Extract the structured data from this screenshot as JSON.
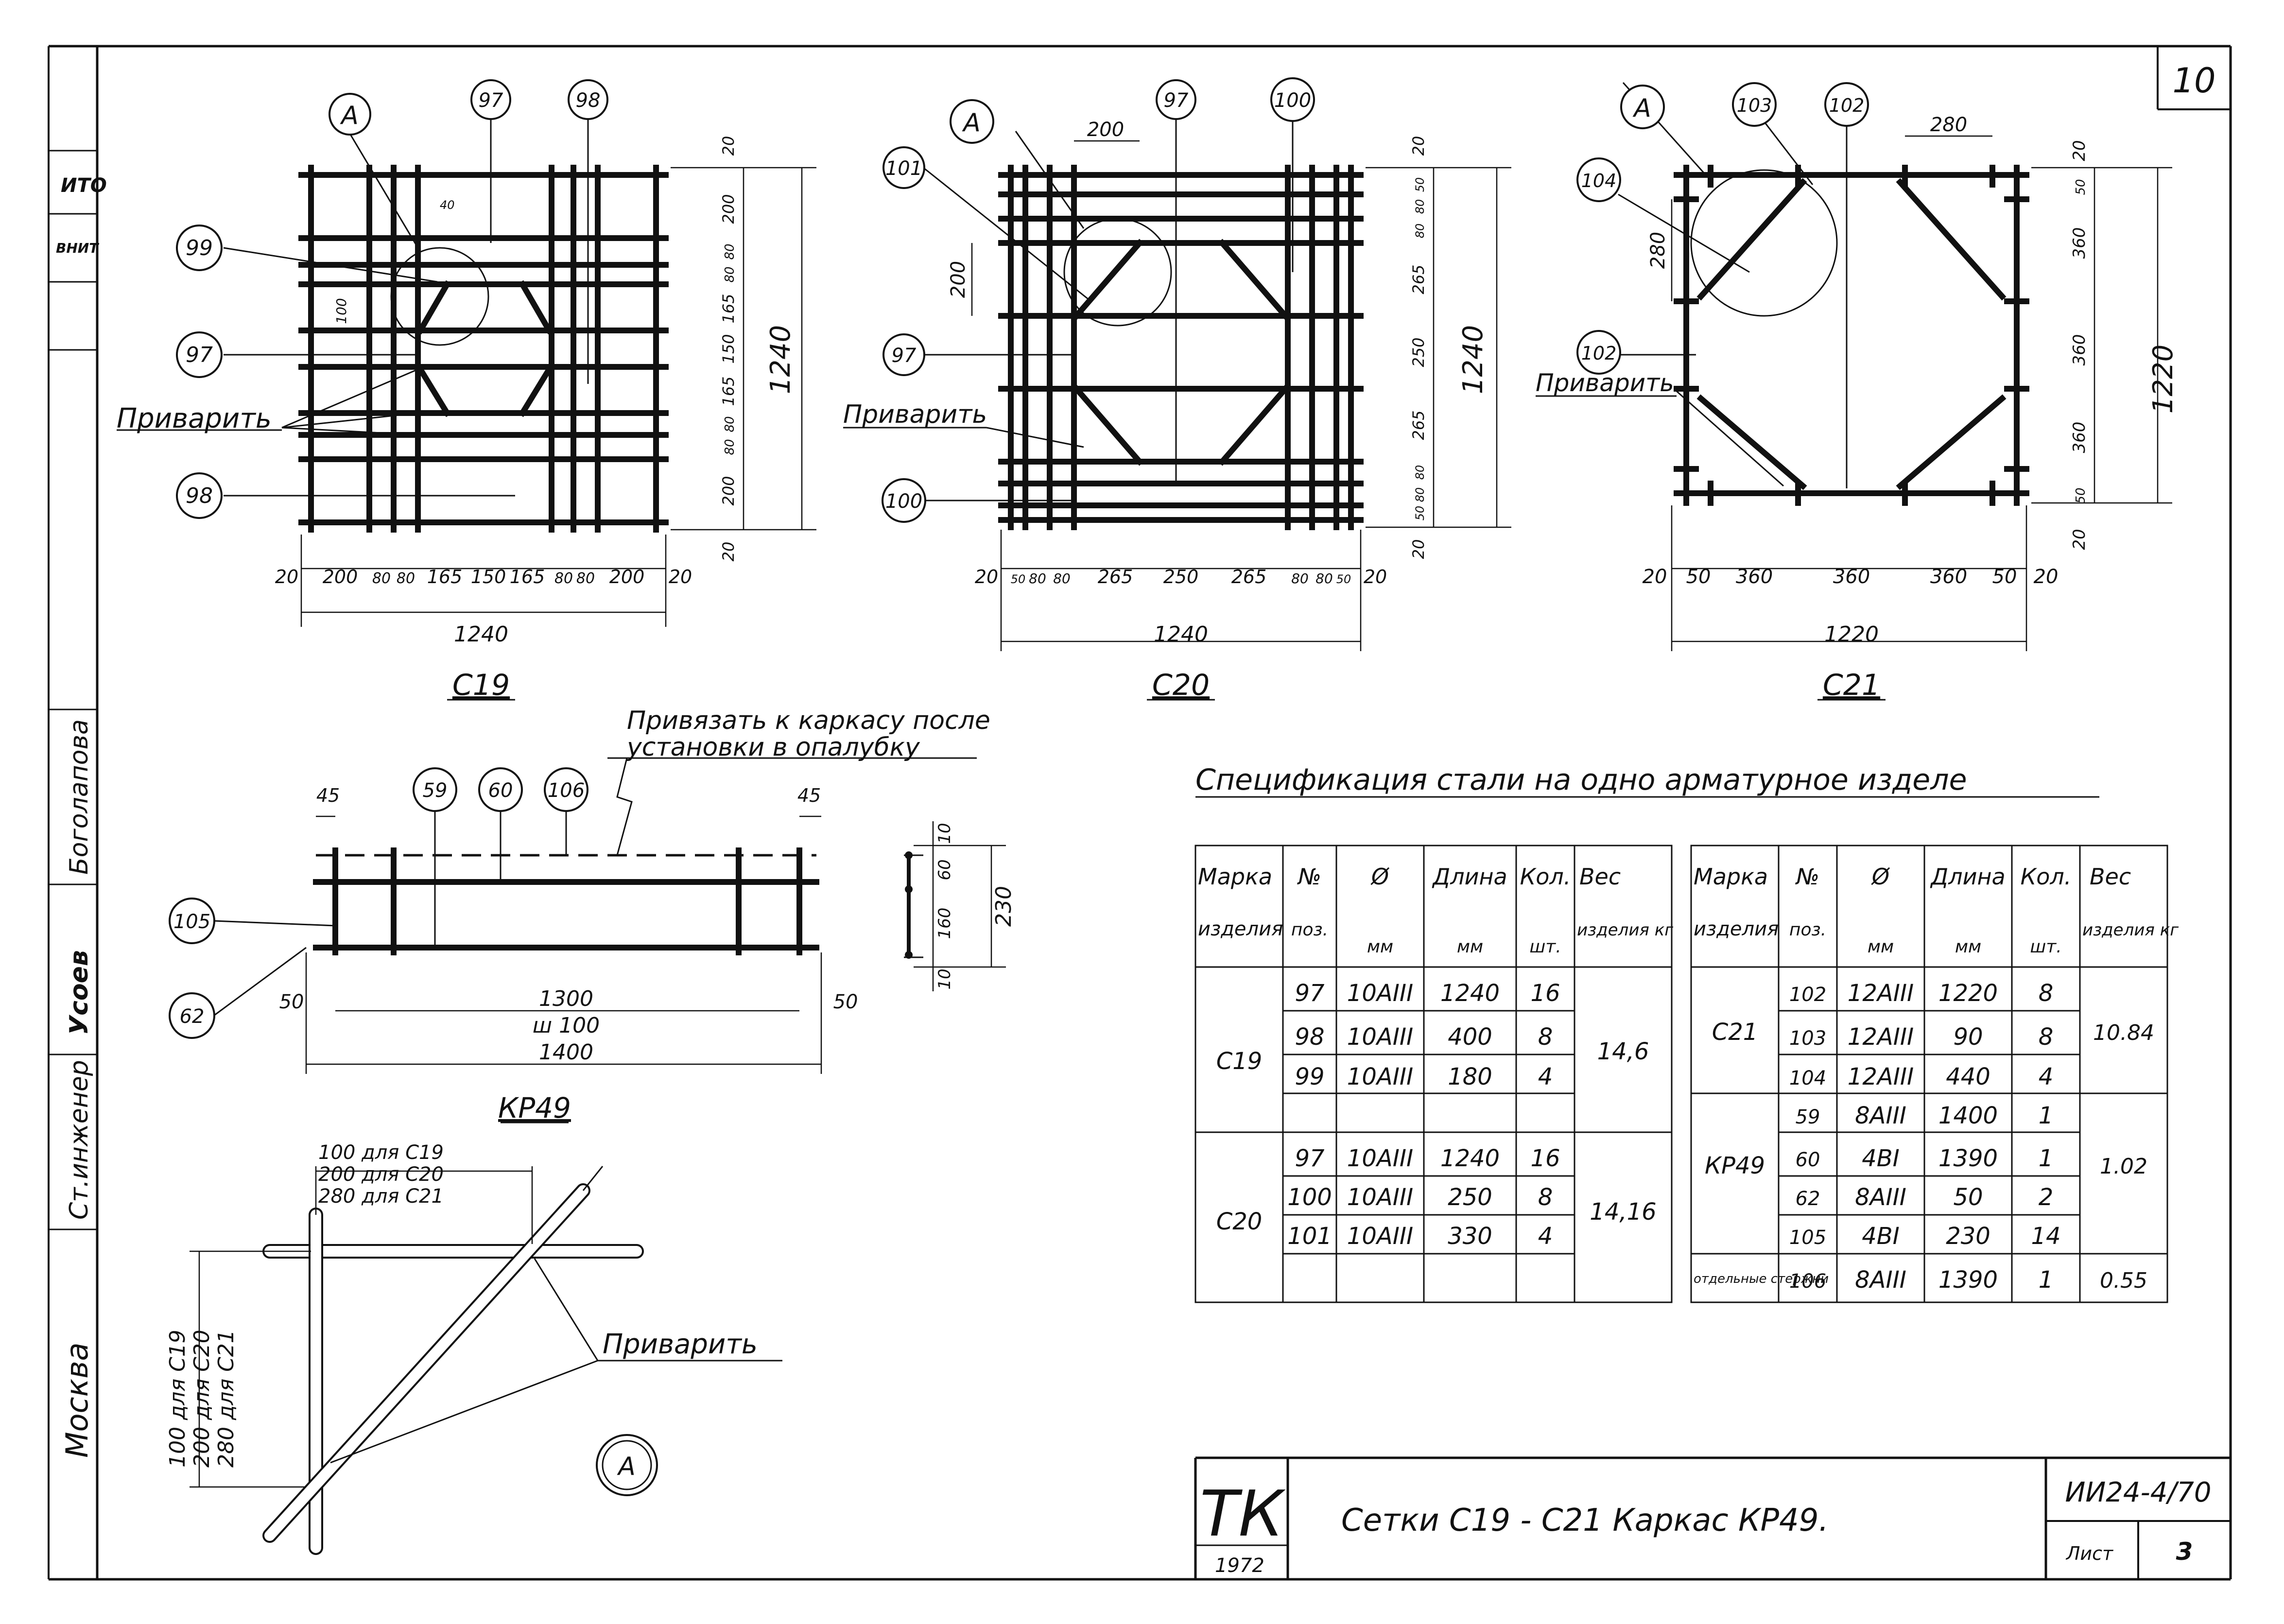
{
  "sheet_number": "10",
  "side_strip": {
    "city": "Москва",
    "position": "Ст.инженер",
    "signature": "Усоев",
    "name": "Боголапова",
    "top_marks": [
      "ИТО",
      "ВНИТ"
    ]
  },
  "meshes": [
    {
      "id": "C19",
      "caption": "С19",
      "callouts": [
        "А",
        "97",
        "98",
        "99",
        "97",
        "98"
      ],
      "weld_label": "Приварить",
      "bottom_dims": [
        "20",
        "200",
        "80",
        "80",
        "165",
        "150",
        "165",
        "80",
        "80",
        "200",
        "20"
      ],
      "right_dims": [
        "20",
        "200",
        "80",
        "80",
        "165",
        "150",
        "165",
        "80",
        "80",
        "200",
        "20"
      ],
      "overall": "1240",
      "overall_bottom": "1240",
      "small_dims": [
        "100",
        "40"
      ]
    },
    {
      "id": "C20",
      "caption": "С20",
      "callouts": [
        "А",
        "97",
        "100",
        "101",
        "97",
        "100"
      ],
      "weld_label": "Приварить",
      "top_dim": "200",
      "left_dim": "200",
      "bottom_dims": [
        "20",
        "50",
        "80",
        "80",
        "265",
        "250",
        "265",
        "80",
        "80",
        "50",
        "20"
      ],
      "right_dims": [
        "20",
        "50",
        "80",
        "80",
        "265",
        "250",
        "265",
        "80",
        "80",
        "50",
        "20"
      ],
      "overall": "1240",
      "overall_bottom": "1240"
    },
    {
      "id": "C21",
      "caption": "С21",
      "callouts": [
        "А",
        "103",
        "102",
        "104",
        "102"
      ],
      "weld_label": "Приварить",
      "top_dim": "280",
      "left_dim": "280",
      "bottom_dims": [
        "20",
        "50",
        "360",
        "360",
        "360",
        "50",
        "20"
      ],
      "right_dims": [
        "20",
        "50",
        "360",
        "360",
        "360",
        "50",
        "20"
      ],
      "overall": "1220",
      "overall_bottom": "1220"
    }
  ],
  "frame": {
    "caption": "КР49",
    "note_line1": "Привязать к каркасу после",
    "note_line2": "установки в опалубку",
    "callouts": [
      "59",
      "60",
      "106",
      "105",
      "62"
    ],
    "dims_top": [
      "45",
      "45"
    ],
    "dim_inner": "1300",
    "dim_inner_sub": "ш 100",
    "dim_total": "1400",
    "dim_side": [
      "50",
      "50"
    ],
    "section_dims": [
      "10",
      "60",
      "160",
      "10"
    ],
    "section_total": "230"
  },
  "detail": {
    "label_top": [
      "100 для С19",
      "200 для С20",
      "280 для С21"
    ],
    "label_side": [
      "100 для С19",
      "200 для С20",
      "280 для С21"
    ],
    "weld_label": "Приварить",
    "callout": "А"
  },
  "spec": {
    "title": "Спецификация стали на одно арматурное изделе",
    "headers": [
      "Марка изделия",
      "№ поз.",
      "Ø мм",
      "Длина мм",
      "Кол. шт.",
      "Вес изделия кг"
    ],
    "header_top": [
      "Марка",
      "№",
      "Ø",
      "Длина",
      "Кол.",
      "Вес"
    ],
    "header_bottom": [
      "изделия",
      "поз.",
      "мм",
      "мм",
      "шт.",
      "изделия кг"
    ],
    "left": [
      {
        "mark": "С19",
        "weight": "14,6",
        "rows": [
          {
            "pos": "97",
            "dia": "10АIII",
            "len": "1240",
            "qty": "16"
          },
          {
            "pos": "98",
            "dia": "10АIII",
            "len": "400",
            "qty": "8"
          },
          {
            "pos": "99",
            "dia": "10АIII",
            "len": "180",
            "qty": "4"
          }
        ]
      },
      {
        "mark": "С20",
        "weight": "14,16",
        "rows": [
          {
            "pos": "97",
            "dia": "10АIII",
            "len": "1240",
            "qty": "16"
          },
          {
            "pos": "100",
            "dia": "10АIII",
            "len": "250",
            "qty": "8"
          },
          {
            "pos": "101",
            "dia": "10АIII",
            "len": "330",
            "qty": "4"
          }
        ]
      }
    ],
    "right": [
      {
        "mark": "С21",
        "weight": "10.84",
        "rows": [
          {
            "pos": "102",
            "dia": "12АIII",
            "len": "1220",
            "qty": "8"
          },
          {
            "pos": "103",
            "dia": "12АIII",
            "len": "90",
            "qty": "8"
          },
          {
            "pos": "104",
            "dia": "12АIII",
            "len": "440",
            "qty": "4"
          }
        ]
      },
      {
        "mark": "КР49",
        "weight": "1.02",
        "rows": [
          {
            "pos": "59",
            "dia": "8АIII",
            "len": "1400",
            "qty": "1"
          },
          {
            "pos": "60",
            "dia": "4ВI",
            "len": "1390",
            "qty": "1"
          },
          {
            "pos": "62",
            "dia": "8АIII",
            "len": "50",
            "qty": "2"
          },
          {
            "pos": "105",
            "dia": "4ВI",
            "len": "230",
            "qty": "14"
          }
        ]
      },
      {
        "mark": "отдельные стержни",
        "weight": "0.55",
        "rows": [
          {
            "pos": "106",
            "dia": "8АIII",
            "len": "1390",
            "qty": "1"
          }
        ]
      }
    ]
  },
  "title_block": {
    "logo": "ТК",
    "year": "1972",
    "description": "Сетки С19 - С21 Каркас КР49.",
    "code": "ИИ24-4/70",
    "sheet_label": "Лист",
    "sheet_no": "3"
  }
}
